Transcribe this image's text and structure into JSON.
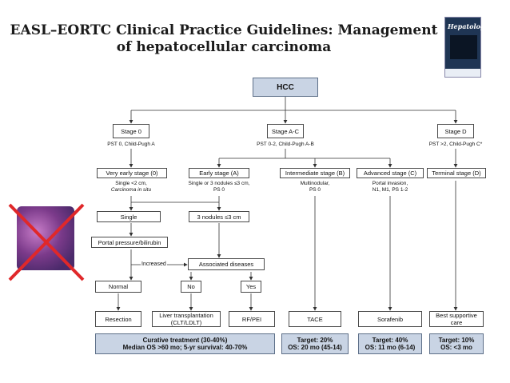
{
  "title": {
    "line1": "EASL–EORTC Clinical Practice Guidelines: Management",
    "line2": "of hepatocellular carcinoma"
  },
  "journal_cover": {
    "title": "Hepatology",
    "icon": "journal-cover-image"
  },
  "photo": {
    "icon": "histology-image-crossed-out"
  },
  "flowchart": {
    "hcc": "HCC",
    "stage0": "Stage 0",
    "stage0_sub": "PST 0, Child-Pugh A",
    "stageAC": "Stage A-C",
    "stageAC_sub": "PST 0-2, Child-Pugh A-B",
    "stageD": "Stage D",
    "stageD_sub": "PST >2, Child-Pugh C*",
    "very_early": "Very early stage (0)",
    "very_early_sub1": "Single <2 cm,",
    "very_early_sub2": "Carcinoma in situ",
    "early": "Early stage (A)",
    "early_sub1": "Single or 3 nodules ≤3 cm,",
    "early_sub2": "PS 0",
    "intermediate": "Intermediate stage (B)",
    "intermediate_sub1": "Multinodular,",
    "intermediate_sub2": "PS 0",
    "advanced": "Advanced stage (C)",
    "advanced_sub1": "Portal invasion,",
    "advanced_sub2": "N1, M1, PS 1-2",
    "terminal": "Terminal stage (D)",
    "single": "Single",
    "three_nodules": "3 nodules ≤3 cm",
    "portal_pressure": "Portal pressure/bilirubin",
    "increased": "Increased",
    "associated": "Associated diseases",
    "normal": "Normal",
    "no": "No",
    "yes": "Yes",
    "resection": "Resection",
    "liver_tx_line1": "Liver transplantation",
    "liver_tx_line2": "(CLT/LDLT)",
    "rfpei": "RF/PEI",
    "tace": "TACE",
    "sorafenib": "Sorafenib",
    "bsc_line1": "Best supportive",
    "bsc_line2": "care"
  },
  "outcomes": {
    "curative_line1": "Curative treatment (30-40%)",
    "curative_line2": "Median OS >60 mo; 5-yr survival: 40-70%",
    "tace_line1": "Target: 20%",
    "tace_line2": "OS: 20 mo (45-14)",
    "sorafenib_line1": "Target: 40%",
    "sorafenib_line2": "OS: 11 mo (6-14)",
    "bsc_line1": "Target: 10%",
    "bsc_line2": "OS: <3 mo"
  },
  "colors": {
    "outcome_fill": "#c9d4e4",
    "hcc_fill": "#c9d4e4",
    "cross": "#e0282a"
  }
}
